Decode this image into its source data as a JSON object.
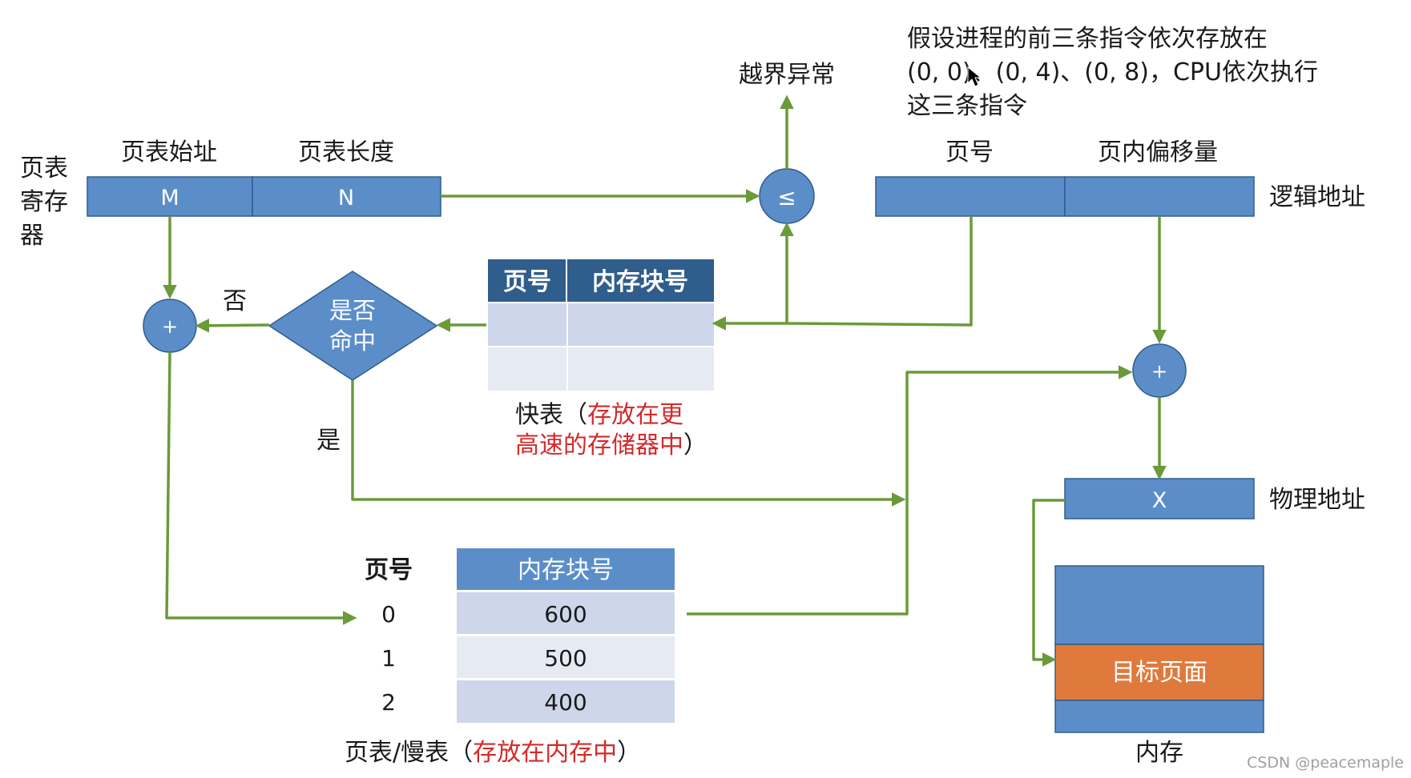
{
  "colors": {
    "box_blue": "#5b8ec9",
    "box_border": "#2f5d8c",
    "arrow_green": "#6a9a3a",
    "cell_light": "#cdd6ea",
    "cell_lighter": "#e6eaf3",
    "target_orange": "#e07a3c",
    "red_text": "#d42a2a"
  },
  "note": {
    "line1": "假设进程的前三条指令依次存放在",
    "line2": "(0, 0)、(0, 4)、(0, 8)，CPU依次执行",
    "line3": "这三条指令"
  },
  "page_table_register": {
    "label_line1": "页表",
    "label_line2": "寄存",
    "label_line3": "器",
    "start_label": "页表始址",
    "length_label": "页表长度",
    "start_value": "M",
    "length_value": "N"
  },
  "compare": {
    "symbol": "≤",
    "exception_label": "越界异常"
  },
  "logical_address": {
    "page_label": "页号",
    "offset_label": "页内偏移量",
    "label": "逻辑地址"
  },
  "adder_left": {
    "symbol": "+"
  },
  "adder_right": {
    "symbol": "+"
  },
  "decision": {
    "line1": "是否",
    "line2": "命中",
    "no_label": "否",
    "yes_label": "是"
  },
  "tlb": {
    "headers": [
      "页号",
      "内存块号"
    ],
    "caption_black1": "快表（",
    "caption_red1": "存放在更",
    "caption_red2": "高速的存储器中",
    "caption_black2": "）"
  },
  "physical_address": {
    "value": "X",
    "label": "物理地址"
  },
  "page_table": {
    "header_page": "页号",
    "header_block": "内存块号",
    "rows": [
      {
        "page": "0",
        "block": "600"
      },
      {
        "page": "1",
        "block": "500"
      },
      {
        "page": "2",
        "block": "400"
      }
    ],
    "caption_black1": "页表/慢表（",
    "caption_red": "存放在内存中",
    "caption_black2": "）"
  },
  "memory": {
    "target_label": "目标页面",
    "label": "内存"
  },
  "watermark": "CSDN @peacemaple"
}
